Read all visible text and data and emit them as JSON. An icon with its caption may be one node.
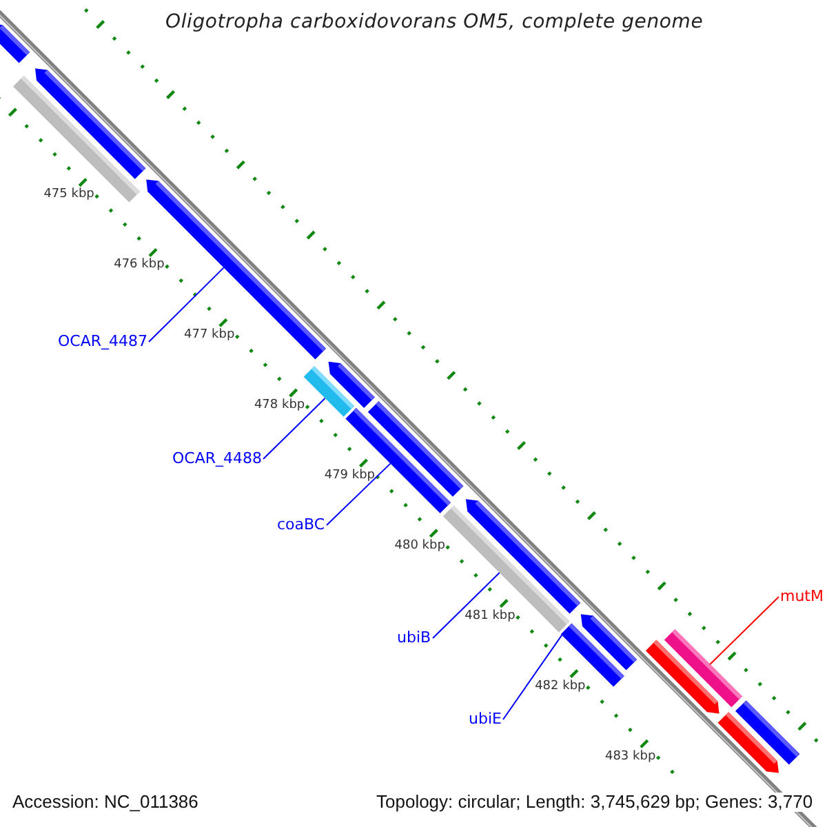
{
  "diagram": {
    "title": "Oligotropha carboxidovorans OM5, complete genome",
    "nodes": [
      {
        "text": [
          "OCAR_4487"
        ]
      },
      {
        "text": [],
        "shape": "bar"
      },
      {
        "text": [
          "OCAR_4488"
        ]
      },
      {
        "text": [],
        "shape": "bar"
      },
      {
        "text": [
          "coaBC"
        ]
      },
      {
        "text": [],
        "shape": "bar"
      },
      {
        "text": [
          "ubiB"
        ]
      },
      {
        "text": [],
        "shape": "bar"
      },
      {
        "text": [
          "ubiE"
        ]
      },
      {
        "text": [],
        "shape": "bar"
      },
      {
        "text": [
          "mutM"
        ]
      },
      {
        "text": [],
        "shape": "bar"
      },
      {
        "text": [],
        "shape": "bar"
      },
      {
        "text": [],
        "shape": "bar"
      },
      {
        "text": [],
        "shape": "bar"
      },
      {
        "text": [],
        "shape": "bar"
      },
      {
        "text": [],
        "shape": "bar"
      },
      {
        "text": [],
        "shape": "bar"
      },
      {
        "text": [],
        "shape": "bar"
      },
      {
        "text": [],
        "shape": "bar"
      },
      {
        "text": [],
        "shape": "bar"
      },
      {
        "text": [],
        "shape": "bar"
      }
    ],
    "edges": [
      {
        "from": 0,
        "to": 1,
        "arrow": "none"
      },
      {
        "from": 2,
        "to": 3,
        "arrow": "none"
      },
      {
        "from": 4,
        "to": 5,
        "arrow": "none"
      },
      {
        "from": 6,
        "to": 7,
        "arrow": "none"
      },
      {
        "from": 8,
        "to": 9,
        "arrow": "none"
      },
      {
        "from": 10,
        "to": 11,
        "arrow": "none",
        "color": "#ff0000"
      }
    ],
    "labels": [
      "475 kbp",
      "476 kbp",
      "477 kbp",
      "478 kbp",
      "479 kbp",
      "480 kbp",
      "481 kbp",
      "482 kbp",
      "483 kbp",
      "Accession: NC_011386",
      "Topology: circular; Length: 3,745,629 bp; Genes: 3,770"
    ]
  }
}
